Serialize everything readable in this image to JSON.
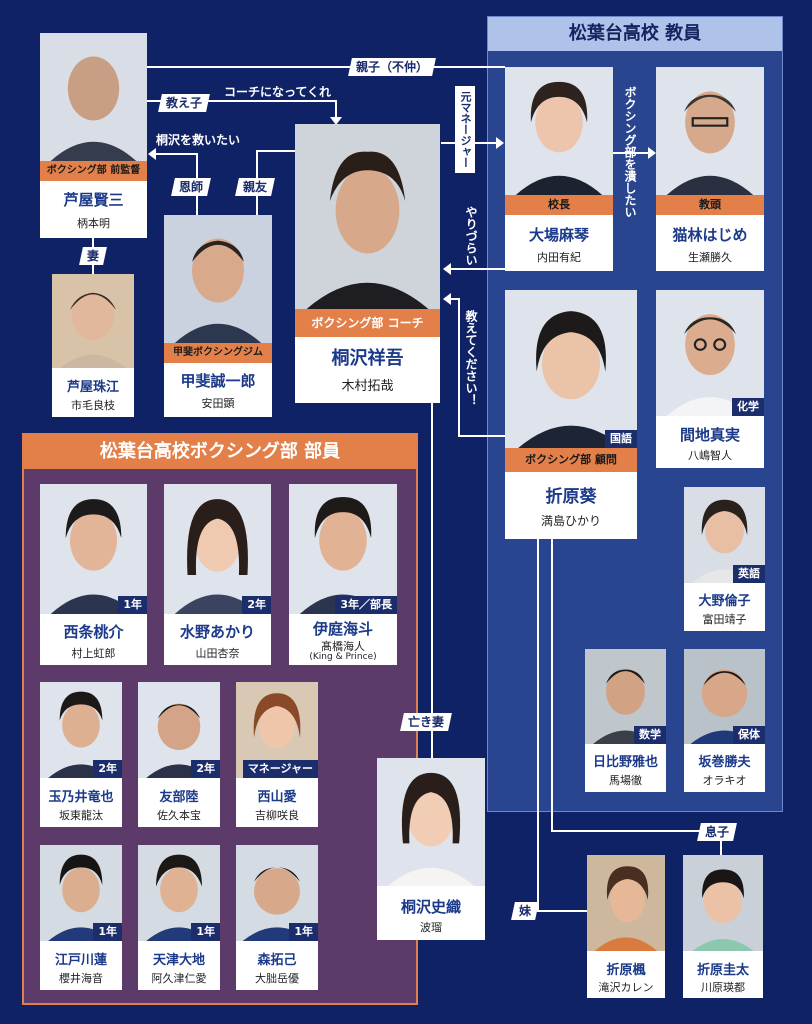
{
  "panels": {
    "teachers_title": "松葉台高校 教員",
    "students_title": "松葉台高校ボクシング部 部員"
  },
  "relations": {
    "oyako": "親子（不仲）",
    "oshiego": "教え子",
    "coach_request": "コーチになってくれ",
    "save_kirisawa": "桐沢を救いたい",
    "onshi": "恩師",
    "shinyu": "親友",
    "tsuma": "妻",
    "moto_manager": "元マネージャー",
    "crush_club": "ボクシング部を潰したい",
    "yarizurai": "やりづらい",
    "teach_me": "教えてください！",
    "naki_tsuma": "亡き妻",
    "musuko": "息子",
    "imouto": "妹"
  },
  "people": {
    "ashiya": {
      "role": "ボクシング部 前監督",
      "name": "芦屋賢三",
      "actor": "柄本明"
    },
    "ashiya_wife": {
      "name": "芦屋珠江",
      "actor": "市毛良枝"
    },
    "kai": {
      "role": "甲斐ボクシングジム",
      "name": "甲斐誠一郎",
      "actor": "安田顕"
    },
    "kirisawa": {
      "role": "ボクシング部 コーチ",
      "name": "桐沢祥吾",
      "actor": "木村拓哉"
    },
    "oba": {
      "role": "校長",
      "name": "大場麻琴",
      "actor": "内田有紀"
    },
    "nekobayashi": {
      "role": "教頭",
      "name": "猫林はじめ",
      "actor": "生瀬勝久"
    },
    "orihara": {
      "badge": "国語",
      "role": "ボクシング部 顧問",
      "name": "折原葵",
      "actor": "満島ひかり"
    },
    "maji": {
      "badge": "化学",
      "name": "間地真実",
      "actor": "八嶋智人"
    },
    "ono": {
      "badge": "英語",
      "name": "大野倫子",
      "actor": "富田靖子"
    },
    "hibino": {
      "badge": "数学",
      "name": "日比野雅也",
      "actor": "馬場徹"
    },
    "sakamaki": {
      "badge": "保体",
      "name": "坂巻勝夫",
      "actor": "オラキオ"
    },
    "saijo": {
      "badge": "1年",
      "name": "西条桃介",
      "actor": "村上虹郎"
    },
    "mizuno": {
      "badge": "2年",
      "name": "水野あかり",
      "actor": "山田杏奈"
    },
    "iba": {
      "badge": "3年／部長",
      "name": "伊庭海斗",
      "actor": "髙橋海人",
      "actor_note": "(King & Prince)"
    },
    "tamanoi": {
      "badge": "2年",
      "name": "玉乃井竜也",
      "actor": "坂東龍汰"
    },
    "tomobe": {
      "badge": "2年",
      "name": "友部陸",
      "actor": "佐久本宝"
    },
    "nishiyama": {
      "badge": "マネージャー",
      "name": "西山愛",
      "actor": "吉柳咲良"
    },
    "edogawa": {
      "badge": "1年",
      "name": "江戸川蓮",
      "actor": "櫻井海音"
    },
    "amatsu": {
      "badge": "1年",
      "name": "天津大地",
      "actor": "阿久津仁愛"
    },
    "mori": {
      "badge": "1年",
      "name": "森拓己",
      "actor": "大朏岳優"
    },
    "shiori": {
      "name": "桐沢史織",
      "actor": "波瑠"
    },
    "kaede": {
      "name": "折原楓",
      "actor": "滝沢カレン"
    },
    "keita": {
      "name": "折原圭太",
      "actor": "川原瑛都"
    }
  },
  "colors": {
    "background": "#0f2266",
    "teacher_panel": "#2a4590",
    "student_panel": "#5c3b6a",
    "accent_orange": "#e3804a",
    "name_blue": "#1c3a8a"
  }
}
